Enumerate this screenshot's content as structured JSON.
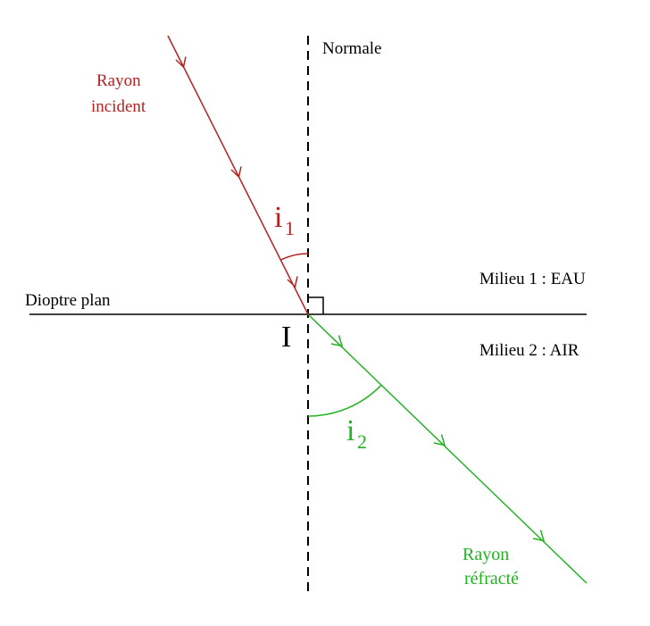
{
  "colors": {
    "incident": "#b22222",
    "refracted": "#22b222",
    "line": "#000000"
  },
  "labels": {
    "normal": "Normale",
    "interface": "Dioptre plan",
    "point": "I",
    "medium1": "Milieu 1 : EAU",
    "medium2": "Milieu 2 : AIR",
    "incident_line1": "Rayon",
    "incident_line2": "incident",
    "refracted_line1": "Rayon",
    "refracted_line2": "réfracté",
    "angle1_main": "i",
    "angle1_sub": "1",
    "angle2_main": "i",
    "angle2_sub": "2"
  }
}
